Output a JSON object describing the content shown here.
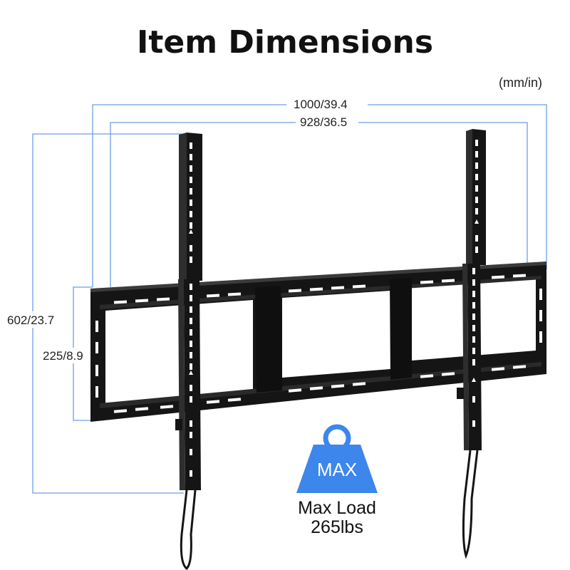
{
  "title": "Item Dimensions",
  "units": "(mm/in)",
  "dimensions": {
    "overall_width": "1000/39.4",
    "hole_spacing_width": "928/36.5",
    "overall_height": "602/23.7",
    "frame_height": "225/8.9"
  },
  "badge": {
    "icon": "weight-icon",
    "label": "MAX",
    "caption_line1": "Max Load",
    "caption_line2": "265lbs"
  },
  "colors": {
    "dimension_line": "#6e9ee3",
    "weight_icon": "#3d86ec",
    "bracket": "#151515"
  }
}
